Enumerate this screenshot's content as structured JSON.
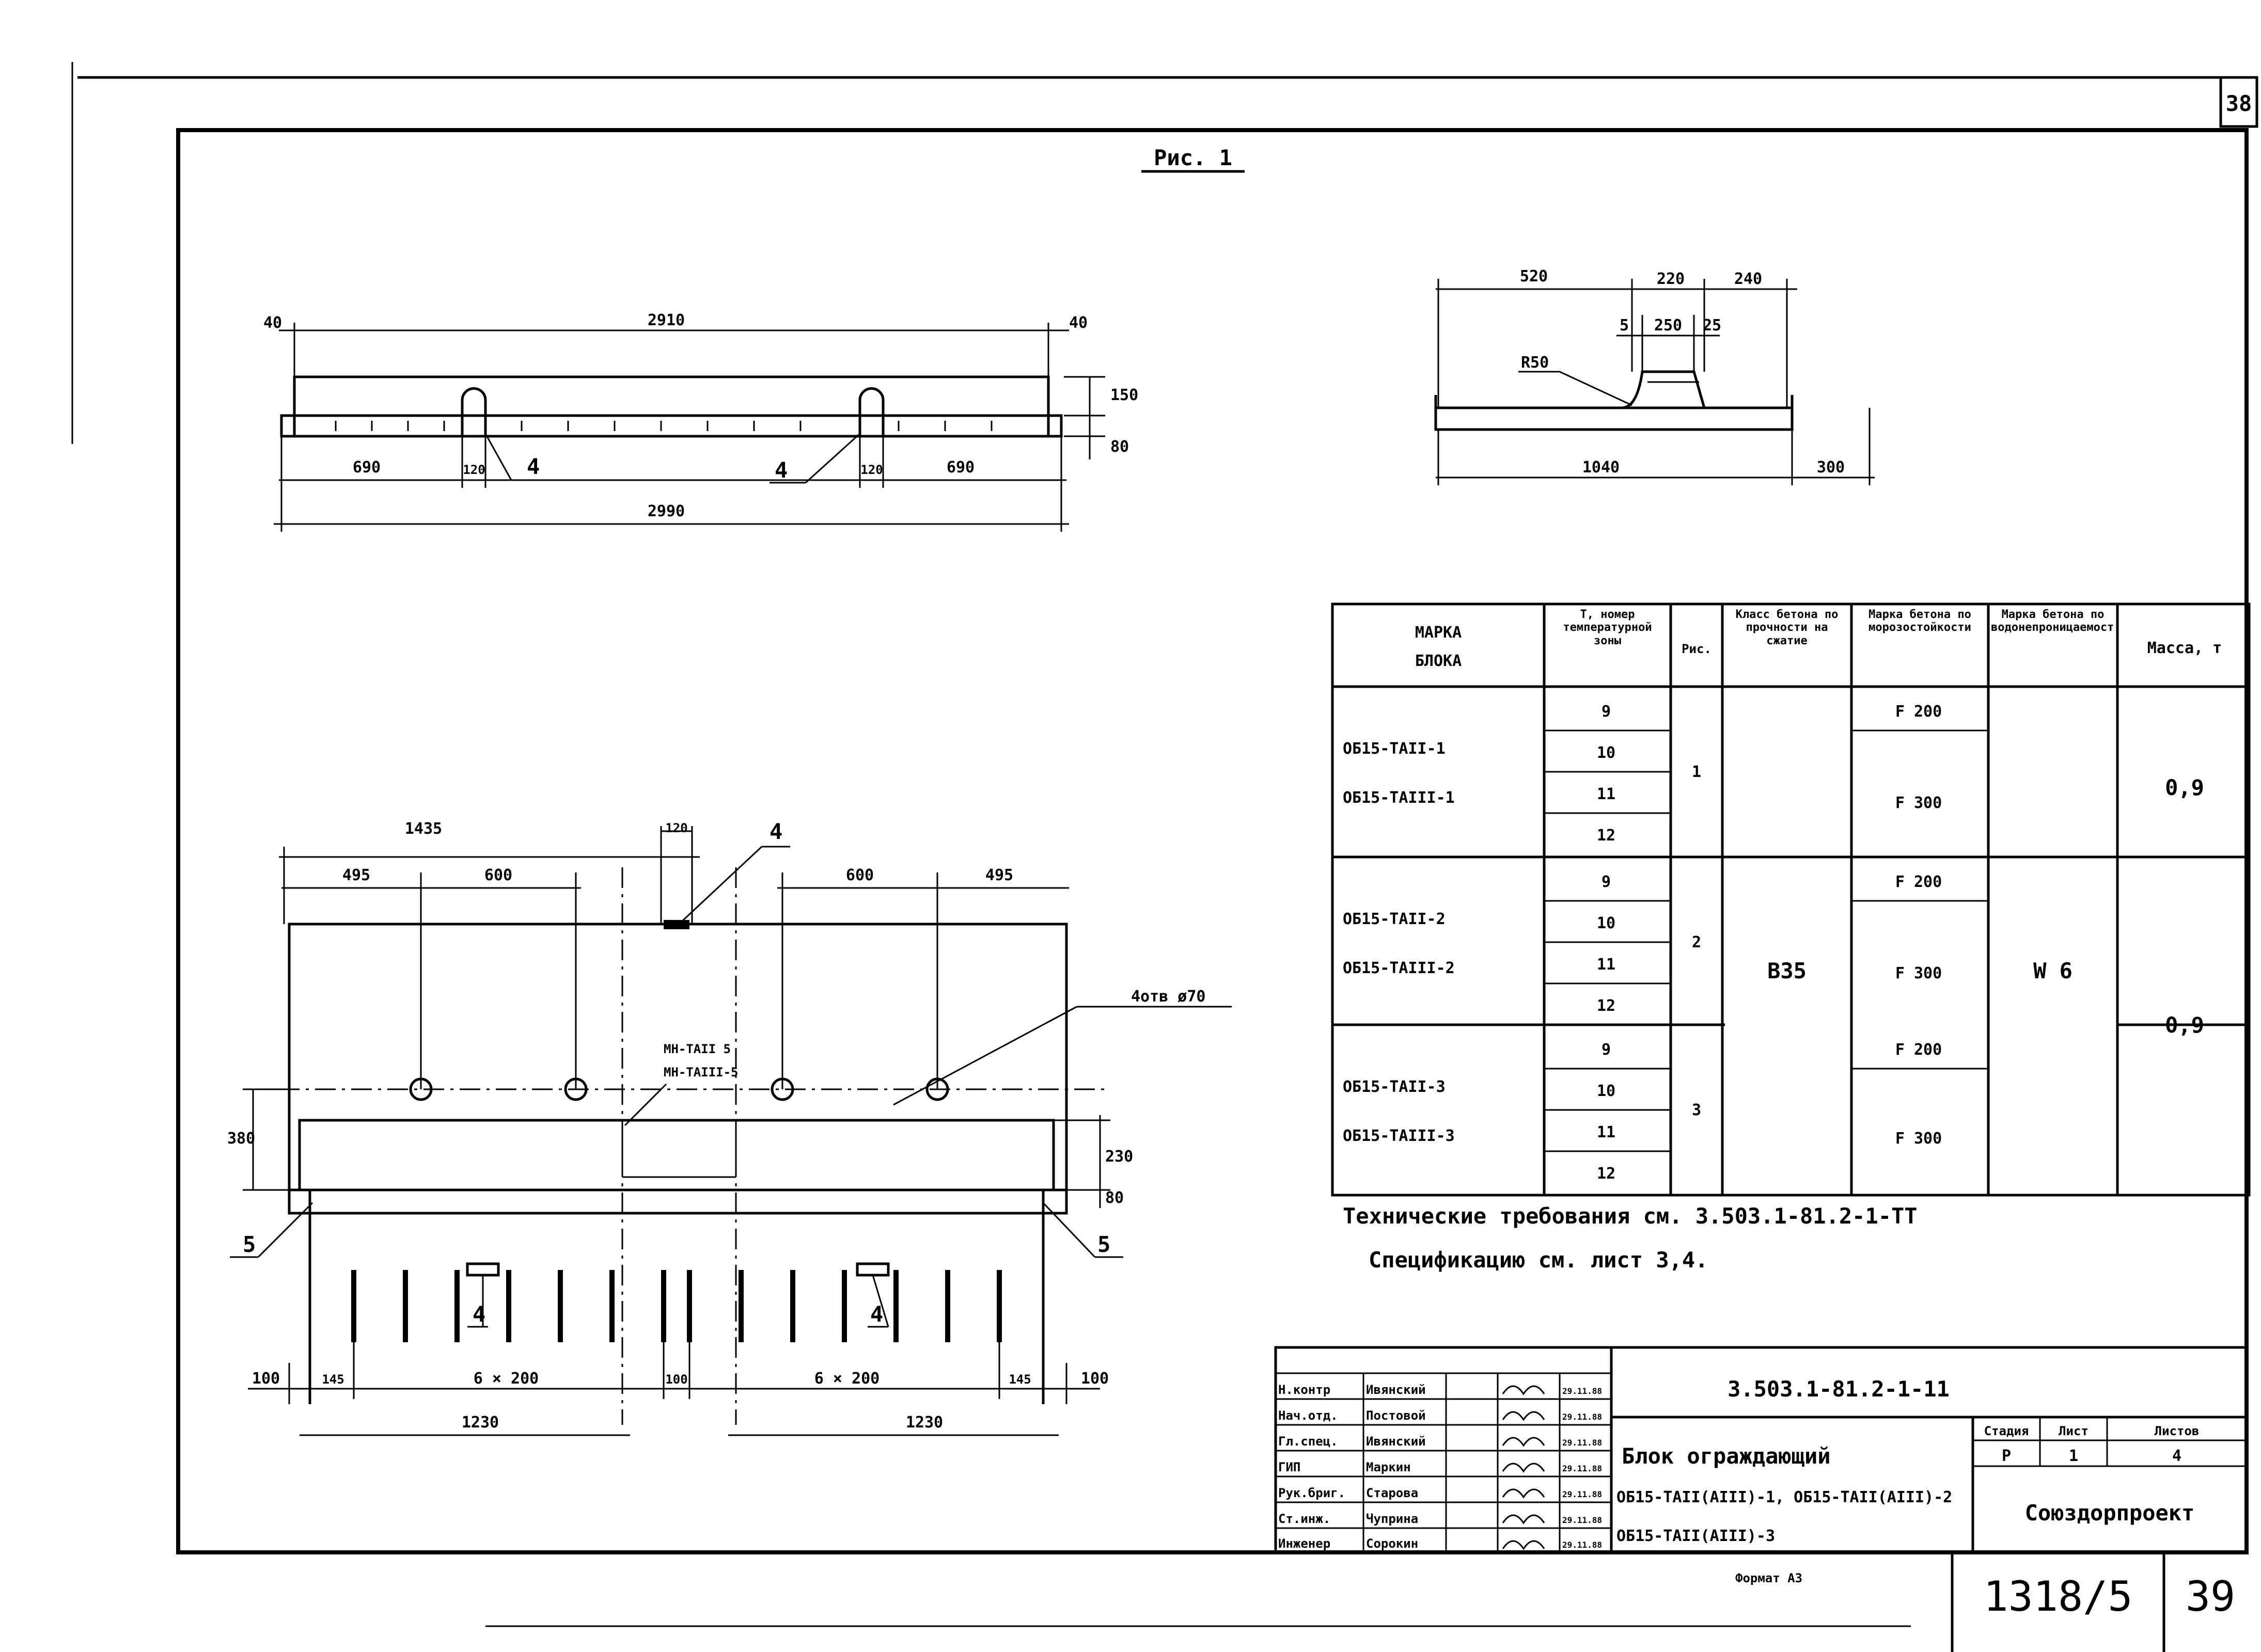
{
  "sheet": {
    "top_sheet_number": "38",
    "figure_title": "Рис. 1",
    "format": "Формат А3",
    "doc_number": "1318/5",
    "page_number": "39"
  },
  "side_view": {
    "top_dims": [
      "40",
      "2910",
      "40"
    ],
    "right_dims": [
      "150",
      "80"
    ],
    "bottom_dims": [
      "690",
      "120",
      "120",
      "690"
    ],
    "overall": "2990",
    "leaders": [
      "4",
      "4"
    ]
  },
  "section_view": {
    "top_dims": [
      "520",
      "220",
      "240"
    ],
    "inner_dims": [
      "5",
      "250",
      "25"
    ],
    "radius": "R50",
    "bottom_dims": [
      "1040",
      "300"
    ]
  },
  "plan_view": {
    "top_dims": [
      "1435",
      "120"
    ],
    "second_dims": [
      "495",
      "600",
      "600",
      "495"
    ],
    "leader_top": "4",
    "holes_label": "4отв ø70",
    "mn_label_1": "МН-ТАII 5",
    "mn_label_2": "МН-ТАIII-5",
    "left_dim": "380",
    "right_dims": [
      "230",
      "80"
    ],
    "leader_left": "5",
    "leader_right": "5",
    "leaders_bottom": [
      "4",
      "4"
    ],
    "bottom_dims": [
      "100",
      "145",
      "6 × 200",
      "100",
      "6 × 200",
      "145",
      "100"
    ],
    "bottom_overall": [
      "1230",
      "1230"
    ]
  },
  "table": {
    "headers": [
      "МАРКА БЛОКА",
      "T, номер температурной зоны",
      "Рис.",
      "Класс бетона по прочности на сжатие",
      "Марка бетона по морозостойкости",
      "Марка бетона по водонепроницаемости",
      "Масса, т"
    ],
    "groups": [
      {
        "marks": [
          "ОБ15-ТАII-1",
          "ОБ15-ТАIII-1"
        ],
        "fig": "1",
        "zones": [
          "9",
          "10",
          "11",
          "12"
        ],
        "frost": [
          "F 200",
          "F 300"
        ]
      },
      {
        "marks": [
          "ОБ15-ТАII-2",
          "ОБ15-ТАIII-2"
        ],
        "fig": "2",
        "zones": [
          "9",
          "10",
          "11",
          "12"
        ],
        "frost": [
          "F 200",
          "F 300"
        ]
      },
      {
        "marks": [
          "ОБ15-ТАII-3",
          "ОБ15-ТАIII-3"
        ],
        "fig": "3",
        "zones": [
          "9",
          "10",
          "11",
          "12"
        ],
        "frost": [
          "F 200",
          "F 300"
        ]
      }
    ],
    "concrete_class": "В35",
    "water": "W 6",
    "mass": [
      "0,9",
      "0,9"
    ]
  },
  "notes": {
    "line1": "Технические требования см. 3.503.1-81.2-1-ТТ",
    "line2": "Спецификацию см. лист 3,4."
  },
  "stamp": {
    "roles": [
      {
        "role": "Н.контр",
        "name": "Ивянский",
        "date": "29.11.88"
      },
      {
        "role": "Нач.отд.",
        "name": "Постовой",
        "date": "29.11.88"
      },
      {
        "role": "Гл.спец.",
        "name": "Ивянский",
        "date": "29.11.88"
      },
      {
        "role": "ГИП",
        "name": "Маркин",
        "date": "29.11.88"
      },
      {
        "role": "Рук.бриг.",
        "name": "Старова",
        "date": "29.11.88"
      },
      {
        "role": "Ст.инж.",
        "name": "Чуприна",
        "date": "29.11.88"
      },
      {
        "role": "Инженер",
        "name": "Сорокин",
        "date": "29.11.88"
      }
    ],
    "code": "3.503.1-81.2-1-11",
    "title": "Блок ограждающий",
    "subtitle1": "ОБ15-ТАII(АIII)-1, ОБ15-ТАII(АIII)-2",
    "subtitle2": "ОБ15-ТАII(АIII)-3",
    "stage_label": "Стадия",
    "sheet_label": "Лист",
    "sheets_label": "Листов",
    "stage": "Р",
    "sheet": "1",
    "sheets": "4",
    "org": "Союздорпроект"
  }
}
